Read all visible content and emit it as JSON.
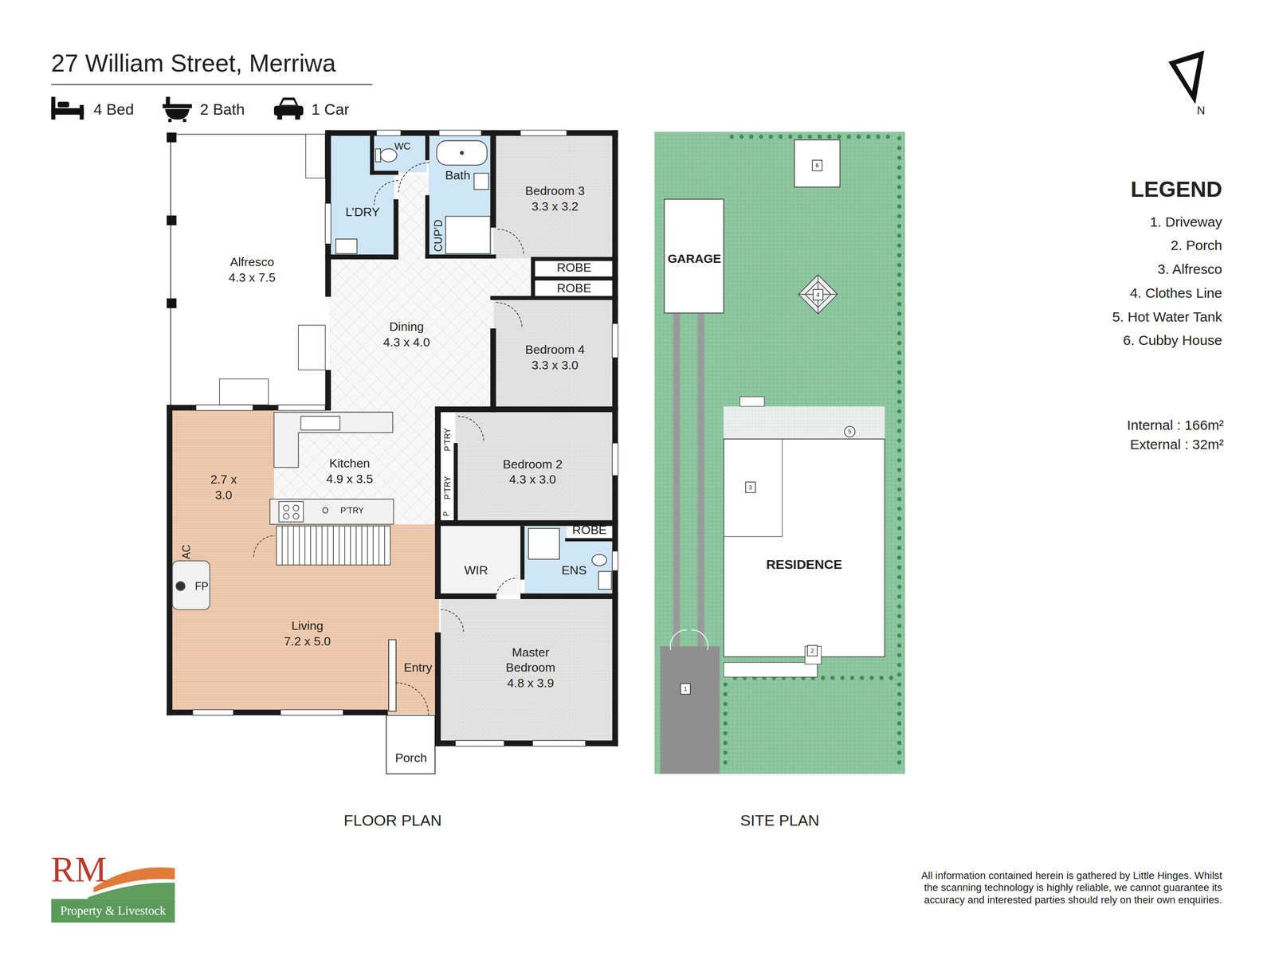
{
  "diagram": {
    "title": "27 William Street, Merriwa",
    "nodes": [
      {
        "text": [
          "Alfresco",
          "4.3 x 7.5"
        ]
      },
      {
        "text": [
          "WC"
        ]
      },
      {
        "text": [
          "L’DRY"
        ]
      },
      {
        "text": [
          "Bath"
        ]
      },
      {
        "text": [
          "Bedroom 3",
          "3.3 x 3.2"
        ]
      },
      {
        "text": [
          "CUP’D"
        ]
      },
      {
        "text": [
          "ROBE"
        ]
      },
      {
        "text": [
          "ROBE"
        ]
      },
      {
        "text": [
          "Dining",
          "4.3 x 4.0"
        ]
      },
      {
        "text": [
          "Bedroom 4",
          "3.3 x 3.0"
        ]
      },
      {
        "text": [
          "Kitchen",
          "4.9 x 3.5"
        ]
      },
      {
        "text": [
          "P’TRY"
        ]
      },
      {
        "text": [
          "Bedroom 2",
          "4.3 x 3.0"
        ]
      },
      {
        "text": [
          "P’TRY"
        ]
      },
      {
        "text": [
          "2.7 x 3.0"
        ]
      },
      {
        "text": [
          "ROBE"
        ]
      },
      {
        "text": [
          "WIR"
        ]
      },
      {
        "text": [
          "ENS"
        ]
      },
      {
        "text": [
          "Living",
          "7.2 x 5.0"
        ]
      },
      {
        "text": [
          "Entry"
        ]
      },
      {
        "text": [
          "Master Bedroom",
          "4.8 x 3.9"
        ]
      },
      {
        "text": [
          "Porch"
        ]
      },
      {
        "text": [
          "GARAGE"
        ]
      },
      {
        "text": [
          "RESIDENCE"
        ]
      }
    ],
    "labels": [
      "4 Bed",
      "2 Bath",
      "1 Car",
      "N",
      "LEGEND",
      "Internal : 166m²",
      "External : 32m²",
      "P",
      "O",
      "P’TRY",
      "AC",
      "FP",
      "6",
      "4",
      "5",
      "3",
      "2",
      "1",
      "FLOOR PLAN",
      "SITE PLAN",
      "RM",
      "Property & Livestock",
      "All information contained herein is gathered by Little Hinges. Whilst the scanning technology is highly reliable, we cannot guarantee its accuracy and interested parties should rely on their own enquiries."
    ],
    "legend": [
      {
        "text": "1. Driveway"
      },
      {
        "text": "2. Porch"
      },
      {
        "text": "3. Alfresco"
      },
      {
        "text": "4. Clothes Line"
      },
      {
        "text": "5. Hot Water Tank"
      },
      {
        "text": "6. Cubby House"
      }
    ]
  }
}
